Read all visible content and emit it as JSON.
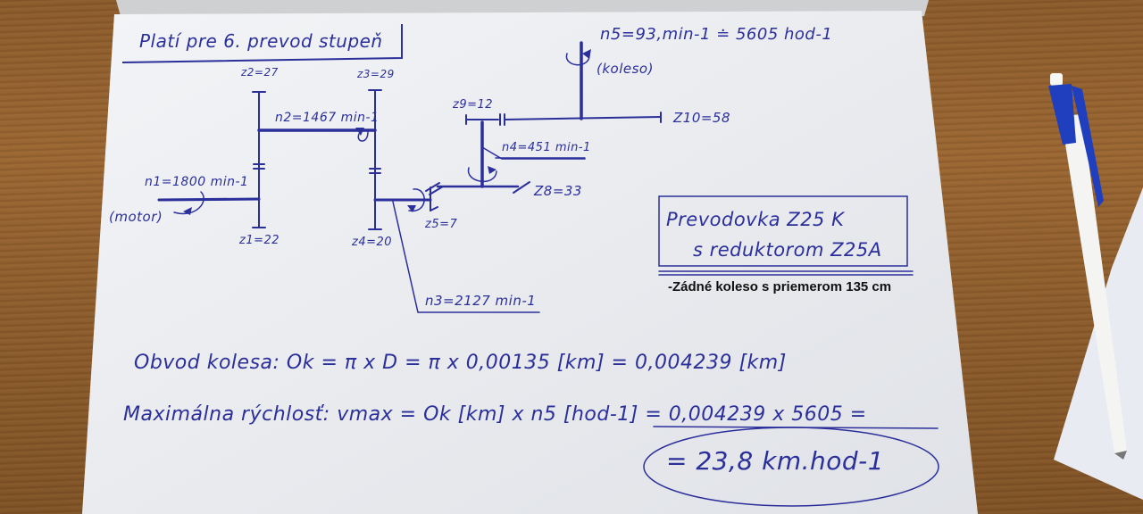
{
  "scene": {
    "background": "wooden table",
    "colors": {
      "ink": "#2b2f9a",
      "paper": "#f2f3f6",
      "wood": "#8a5a2b",
      "pen_cap": "#1f3fbf",
      "pen_body": "#f4f4f2"
    }
  },
  "header": {
    "title": "Platí pre 6. prevod stupeň"
  },
  "diagram": {
    "labels": {
      "z1": "z1=22",
      "z2": "z2=27",
      "z3": "z3=29",
      "z4": "z4=20",
      "z5": "z5=7",
      "z8": "Z8=33",
      "z9": "z9=12",
      "z10": "Z10=58",
      "n1": "n1=1800 min-1",
      "n2": "n2=1467 min-1",
      "n3": "n3=2127 min-1",
      "n4": "n4=451 min-1",
      "n5": "n5=93,min-1 ≐ 5605 hod-1",
      "motor": "(motor)",
      "koleso": "(koleso)"
    }
  },
  "info_box": {
    "line1": "Prevodovka Z25 K",
    "line2": "s reduktorom Z25A",
    "note": "-Zádné koleso s priemerom 135 cm"
  },
  "calculations": {
    "circumference": "Obvod kolesa: Ok = π x D = π x 0,00135 [km] = 0,004239 [km]",
    "max_speed": "Maximálna rýchlosť: vmax = Ok [km] x n5 [hod-1] = 0,004239 x 5605 =",
    "result": "= 23,8 km.hod-1"
  }
}
